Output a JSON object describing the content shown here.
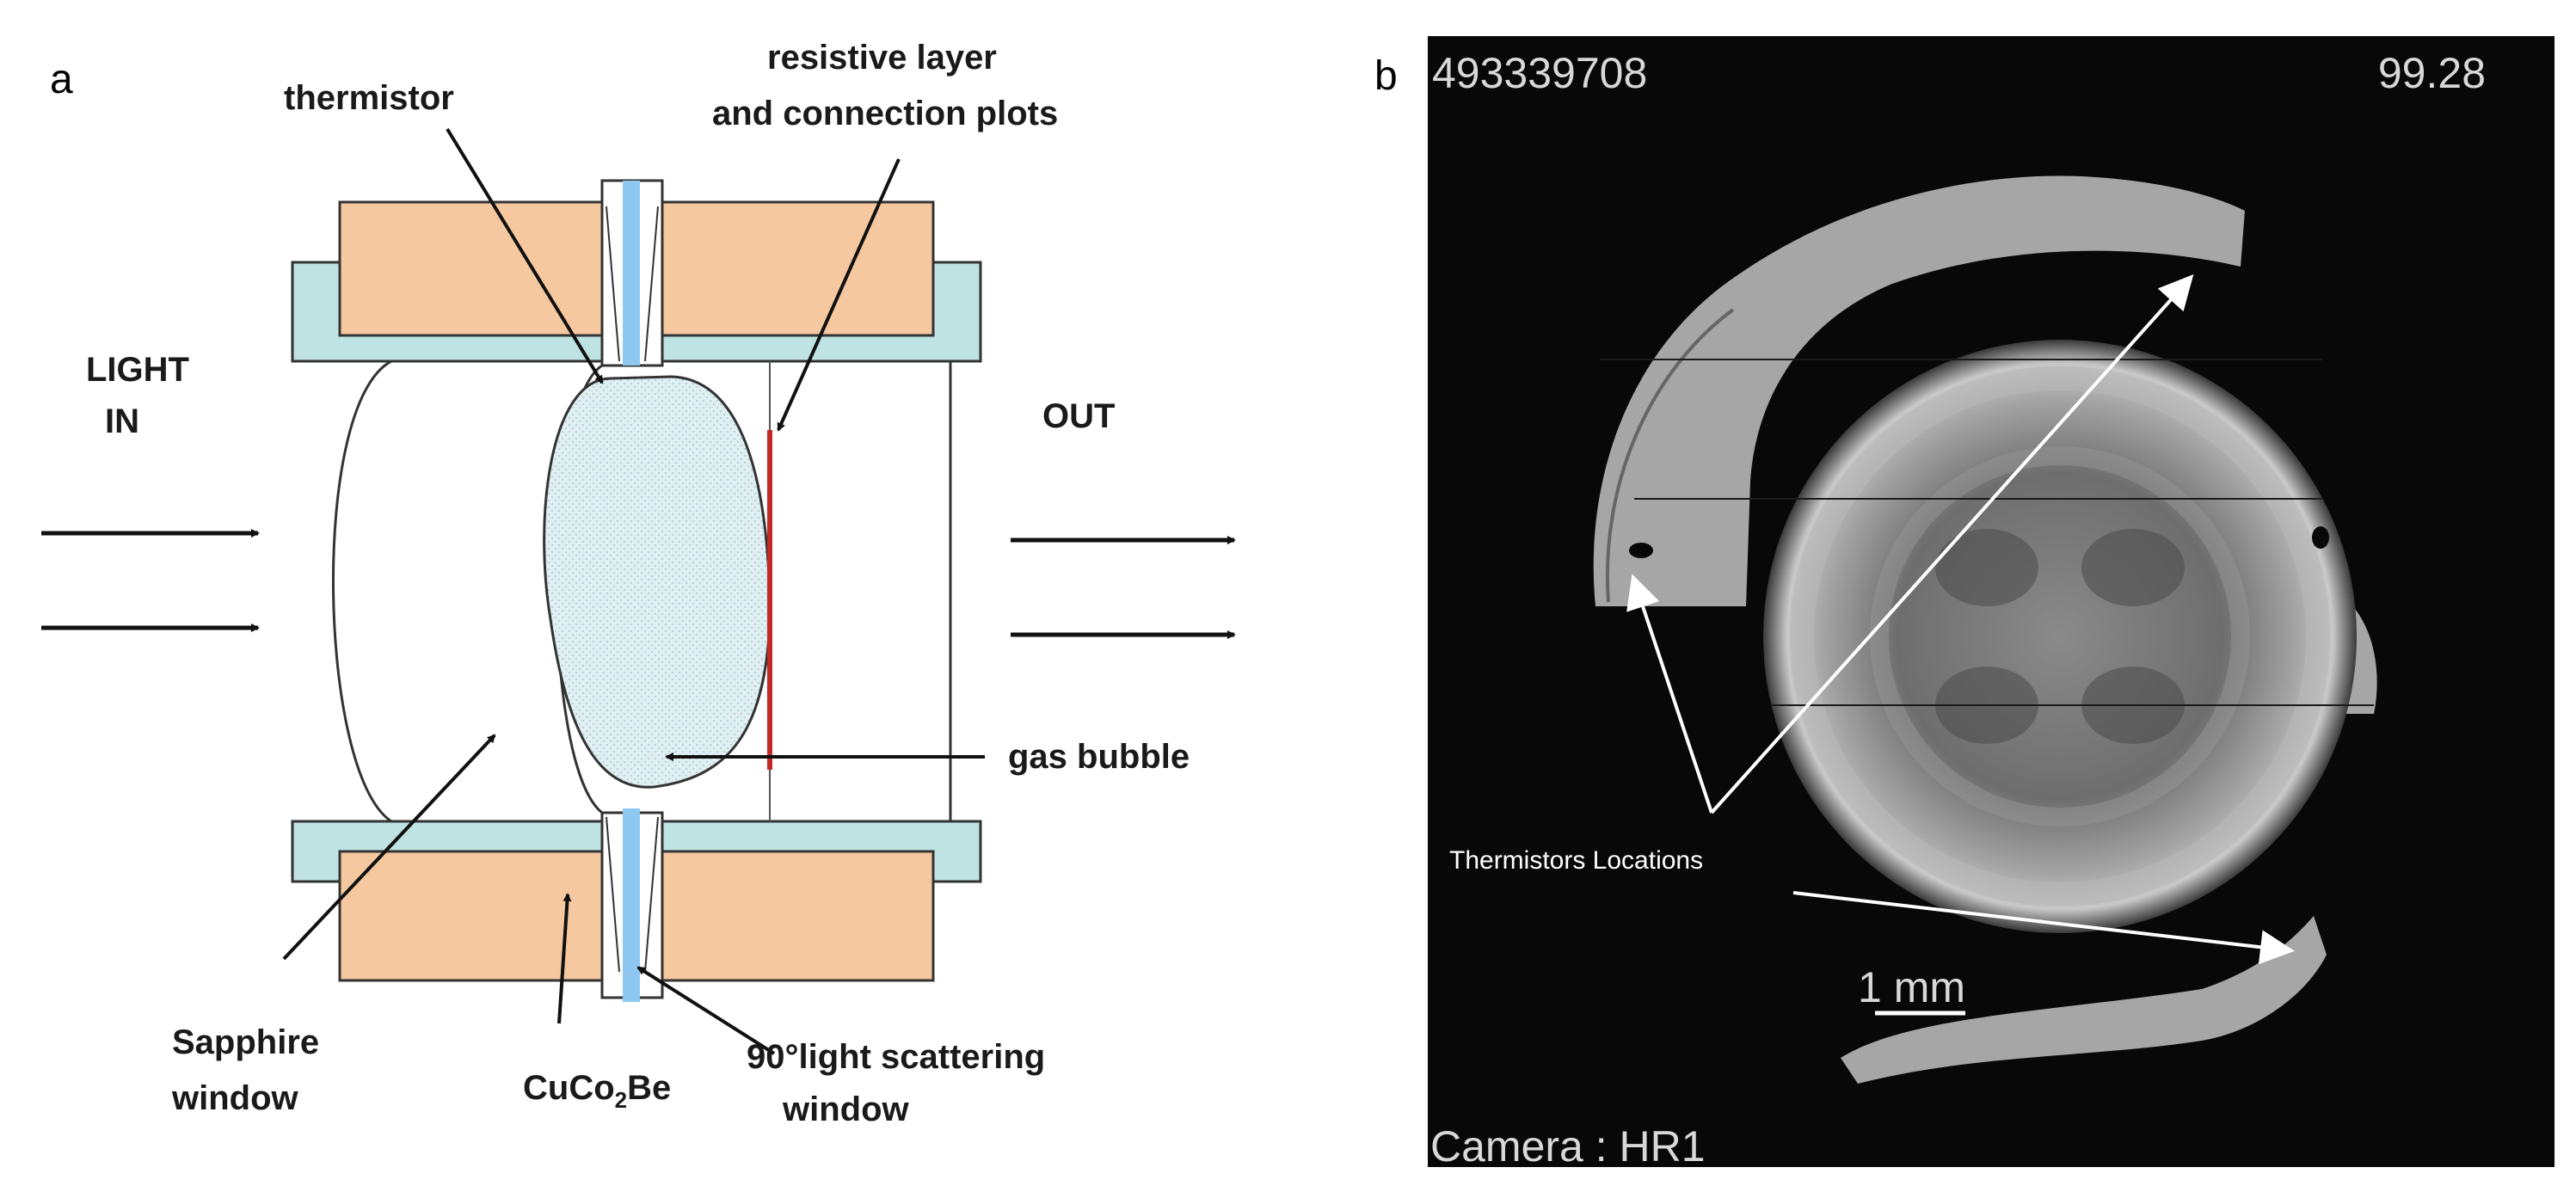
{
  "panel_a": {
    "letter": "a",
    "labels": {
      "thermistor": "thermistor",
      "resistive_1": "resistive layer",
      "resistive_2": "and connection plots",
      "light_in_1": "LIGHT",
      "light_in_2": "IN",
      "out": "OUT",
      "gas_bubble": "gas bubble",
      "sapphire_1": "Sapphire",
      "sapphire_2": "window",
      "cuco_main": "CuCo",
      "cuco_sub": "2",
      "cuco_tail": "Be",
      "scatter_1": "90°light scattering",
      "scatter_2": "window"
    },
    "colors": {
      "copper": "#f6c8a0",
      "sapphire_frame": "#bfe3e3",
      "window_stripe": "#8ec8f0",
      "resistive": "#c0282a",
      "bubble_fill": "#dff0f2",
      "outline": "#333333"
    }
  },
  "panel_b": {
    "letter": "b",
    "frame_id": "493339708",
    "value": "99.28",
    "camera": "Camera : HR1",
    "annotation": "Thermistors Locations",
    "scale": "1 mm",
    "colors": {
      "background": "#080808",
      "text": "#d8d8d8",
      "arrow": "#ffffff"
    }
  }
}
